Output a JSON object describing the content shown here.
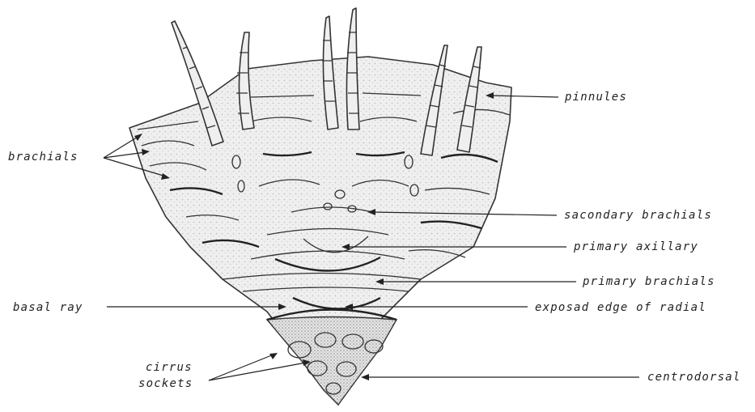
{
  "labels": {
    "brachials": "brachials",
    "pinnules": "pinnules",
    "secondary_brachials": "sacondary brachials",
    "primary_axillary": "primary axillary",
    "primary_brachials": "primary brachials",
    "basal_ray": "basal ray",
    "exposed_edge_of_radial": "exposad edge of radial",
    "cirrus": "cirrus",
    "sockets": "sockets",
    "centrodorsal": "centrodorsal"
  }
}
